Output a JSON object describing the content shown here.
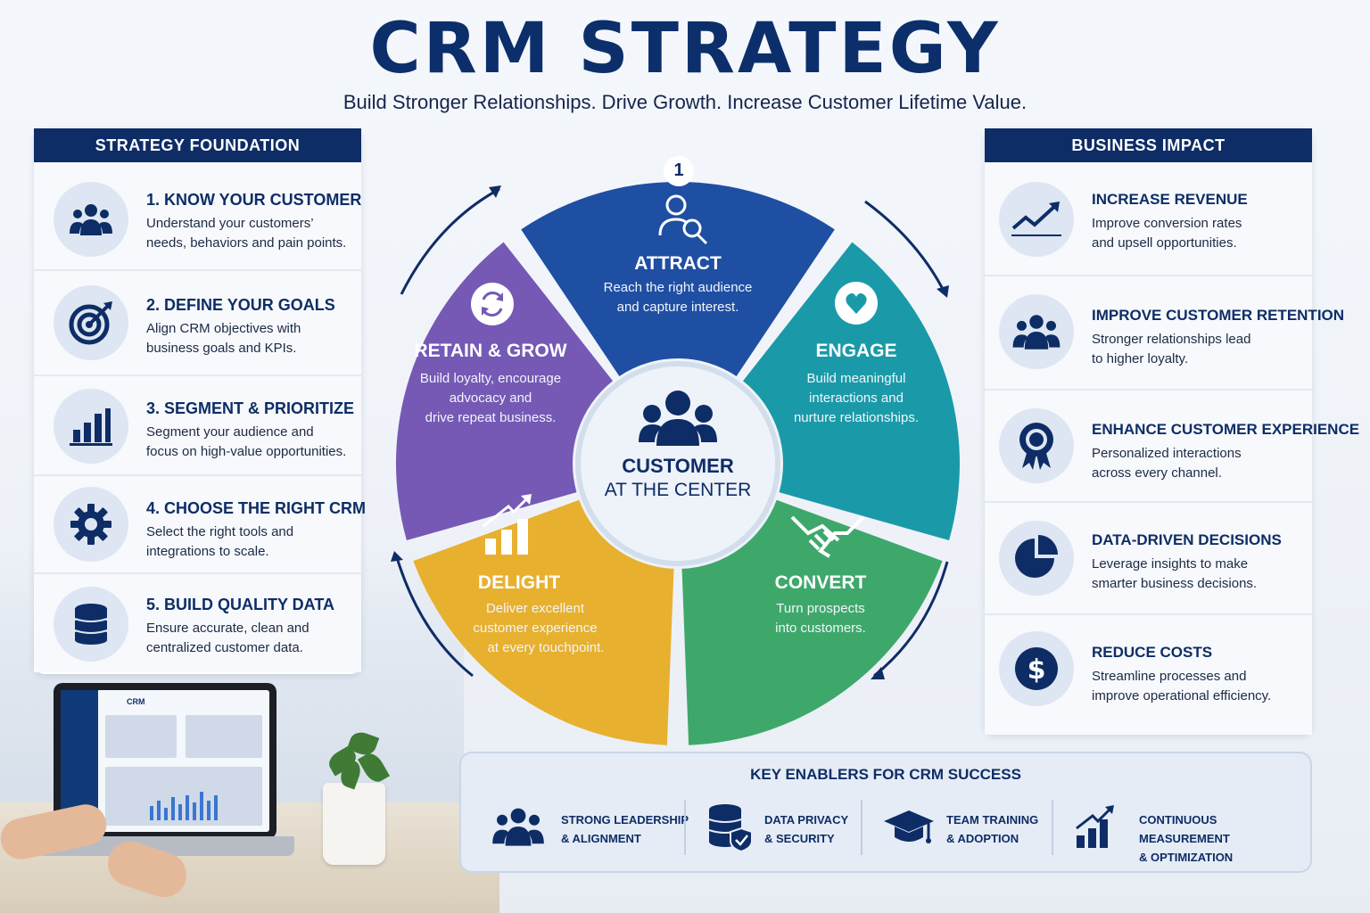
{
  "header": {
    "title": "CRM STRATEGY",
    "subtitle": "Build Stronger Relationships. Drive Growth. Increase Customer Lifetime Value."
  },
  "strategy_foundation": {
    "heading": "STRATEGY FOUNDATION",
    "items": [
      {
        "title": "1. KNOW YOUR CUSTOMER",
        "desc1": "Understand your customers’",
        "desc2": "needs, behaviors and pain points.",
        "icon": "users-icon"
      },
      {
        "title": "2. DEFINE YOUR GOALS",
        "desc1": "Align CRM objectives with",
        "desc2": "business goals and KPIs.",
        "icon": "target-icon"
      },
      {
        "title": "3. SEGMENT & PRIORITIZE",
        "desc1": "Segment your audience and",
        "desc2": "focus on high-value opportunities.",
        "icon": "bar-chart-icon"
      },
      {
        "title": "4. CHOOSE THE RIGHT CRM",
        "desc1": "Select the right tools and",
        "desc2": "integrations to scale.",
        "icon": "gear-icon"
      },
      {
        "title": "5. BUILD QUALITY DATA",
        "desc1": "Ensure accurate, clean and",
        "desc2": "centralized customer data.",
        "icon": "database-icon"
      }
    ]
  },
  "business_impact": {
    "heading": "BUSINESS IMPACT",
    "items": [
      {
        "title": "INCREASE REVENUE",
        "desc1": "Improve conversion rates",
        "desc2": "and upsell opportunities.",
        "icon": "trend-up-icon"
      },
      {
        "title": "IMPROVE CUSTOMER RETENTION",
        "desc1": "Stronger relationships lead",
        "desc2": "to higher loyalty.",
        "icon": "users-icon"
      },
      {
        "title": "ENHANCE CUSTOMER EXPERIENCE",
        "desc1": "Personalized interactions",
        "desc2": "across every channel.",
        "icon": "award-icon"
      },
      {
        "title": "DATA-DRIVEN DECISIONS",
        "desc1": "Leverage insights to make",
        "desc2": "smarter business decisions.",
        "icon": "pie-chart-icon"
      },
      {
        "title": "REDUCE COSTS",
        "desc1": "Streamline processes and",
        "desc2": "improve operational efficiency.",
        "icon": "dollar-icon"
      }
    ]
  },
  "wheel": {
    "badge": "1",
    "center_title": "CUSTOMER",
    "center_sub": "AT THE CENTER",
    "segments": [
      {
        "label": "ATTRACT",
        "d1": "Reach the right audience",
        "d2": "and capture interest.",
        "d3": "",
        "color": "#1f4fa3"
      },
      {
        "label": "ENGAGE",
        "d1": "Build meaningful",
        "d2": "interactions and",
        "d3": "nurture relationships.",
        "color": "#1a9aa8"
      },
      {
        "label": "CONVERT",
        "d1": "Turn prospects",
        "d2": "into customers.",
        "d3": "",
        "color": "#3ea86b"
      },
      {
        "label": "DELIGHT",
        "d1": "Deliver excellent",
        "d2": "customer experience",
        "d3": "at every touchpoint.",
        "color": "#e7b02f"
      },
      {
        "label": "RETAIN & GROW",
        "d1": "Build loyalty, encourage",
        "d2": "advocacy and",
        "d3": "drive repeat business.",
        "color": "#7559b5"
      }
    ]
  },
  "enablers": {
    "heading": "KEY ENABLERS FOR CRM SUCCESS",
    "items": [
      {
        "l1": "STRONG LEADERSHIP",
        "l2": "& ALIGNMENT",
        "icon": "users-icon"
      },
      {
        "l1": "DATA PRIVACY",
        "l2": "& SECURITY",
        "icon": "database-shield-icon"
      },
      {
        "l1": "TEAM TRAINING",
        "l2": "& ADOPTION",
        "icon": "graduation-cap-icon"
      },
      {
        "l1": "CONTINUOUS MEASUREMENT",
        "l2": "& OPTIMIZATION",
        "icon": "growth-chart-icon"
      }
    ]
  },
  "laptop": {
    "screen_label": "CRM"
  },
  "colors": {
    "navy": "#0e2d66",
    "attract": "#1f4fa3",
    "engage": "#1a9aa8",
    "convert": "#3ea86b",
    "delight": "#e7b02f",
    "retain": "#7559b5"
  }
}
